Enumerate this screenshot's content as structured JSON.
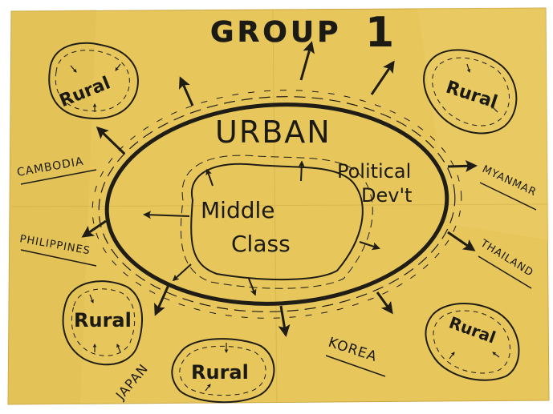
{
  "colors": {
    "paper": "#e7c65b",
    "paper_shade": "#d9b64c",
    "ink": "#1f1d16",
    "background": "#ffffff"
  },
  "title": {
    "group": "GROUP",
    "number": "1"
  },
  "core": {
    "outer_label": "URBAN",
    "inner_label_line1": "Middle",
    "inner_label_line2": "Class",
    "annotation_line1": "Political",
    "annotation_line2": "Dev't"
  },
  "rural_blobs": [
    {
      "label": "Rural"
    },
    {
      "label": "Rural"
    },
    {
      "label": "Rural"
    },
    {
      "label": "Rural"
    },
    {
      "label": "Rural"
    }
  ],
  "countries": [
    {
      "label": "CAMBODIA"
    },
    {
      "label": "PHILIPPINES"
    },
    {
      "label": "JAPAN"
    },
    {
      "label": "KOREA"
    },
    {
      "label": "MYANMAR"
    },
    {
      "label": "THAILAND"
    }
  ]
}
